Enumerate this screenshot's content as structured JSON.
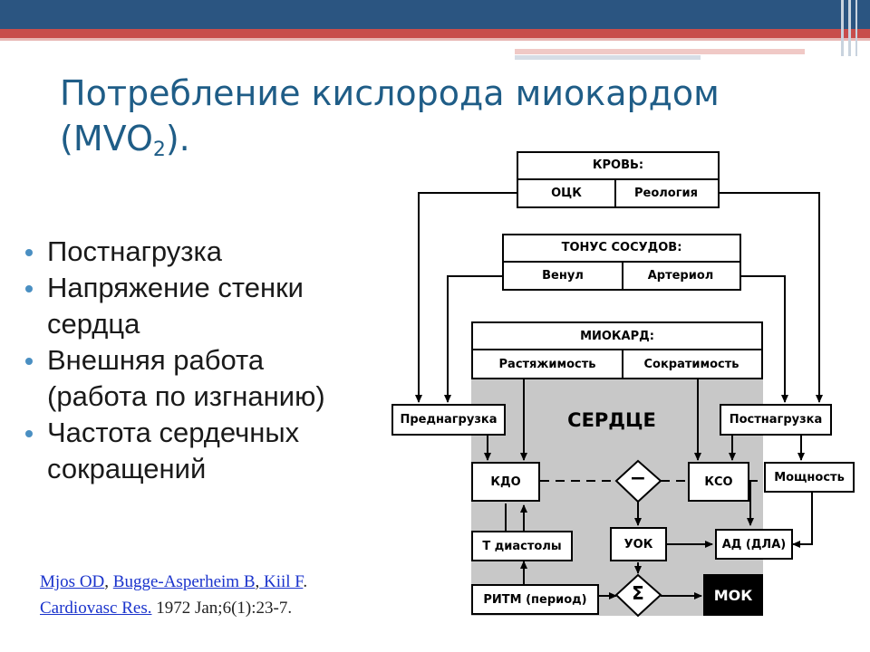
{
  "title": {
    "main": "Потребление кислорода миокардом (MVO",
    "sub": "2",
    "tail": ")."
  },
  "bullets": [
    {
      "line1": "Постнагрузка",
      "line2": ""
    },
    {
      "line1": "Напряжение стенки",
      "line2": "сердца"
    },
    {
      "line1": "Внешняя работа",
      "line2": "(работа по изгнанию)"
    },
    {
      "line1": "Частота сердечных",
      "line2": "сокращений"
    }
  ],
  "reference": {
    "author1": "Mjos OD",
    "sep1": ", ",
    "author2": "Bugge-Asperheim B",
    "sep2": ",",
    "author3": " Kiil F",
    "sep3": ".",
    "journal": "Cardiovasc Res.",
    "citation": " 1972 Jan;6(1):23-7."
  },
  "diagram": {
    "blood": {
      "title": "КРОВЬ:",
      "left": "ОЦК",
      "right": "Реология"
    },
    "tone": {
      "title": "ТОНУС СОСУДОВ:",
      "left": "Венул",
      "right": "Артериол"
    },
    "myocard": {
      "title": "МИОКАРД:",
      "left": "Растяжимость",
      "right": "Сократимость"
    },
    "heart": "СЕРДЦЕ",
    "preload": "Преднагрузка",
    "afterload": "Постнагрузка",
    "edv": "КДО",
    "esv": "КСО",
    "minus": "−",
    "power": "Мощность",
    "diastole": "Т диастолы",
    "stroke": "УОК",
    "pressure": "АД (ДЛА)",
    "rhythm": "РИТМ (период)",
    "sigma": "Σ",
    "co": "МОК"
  },
  "colors": {
    "title": "#1f5d87",
    "bullet": "#4a8fc2",
    "band_dark": "#2b5581",
    "band_red": "#c84d4b",
    "heart_fill": "#c8c8c8"
  }
}
